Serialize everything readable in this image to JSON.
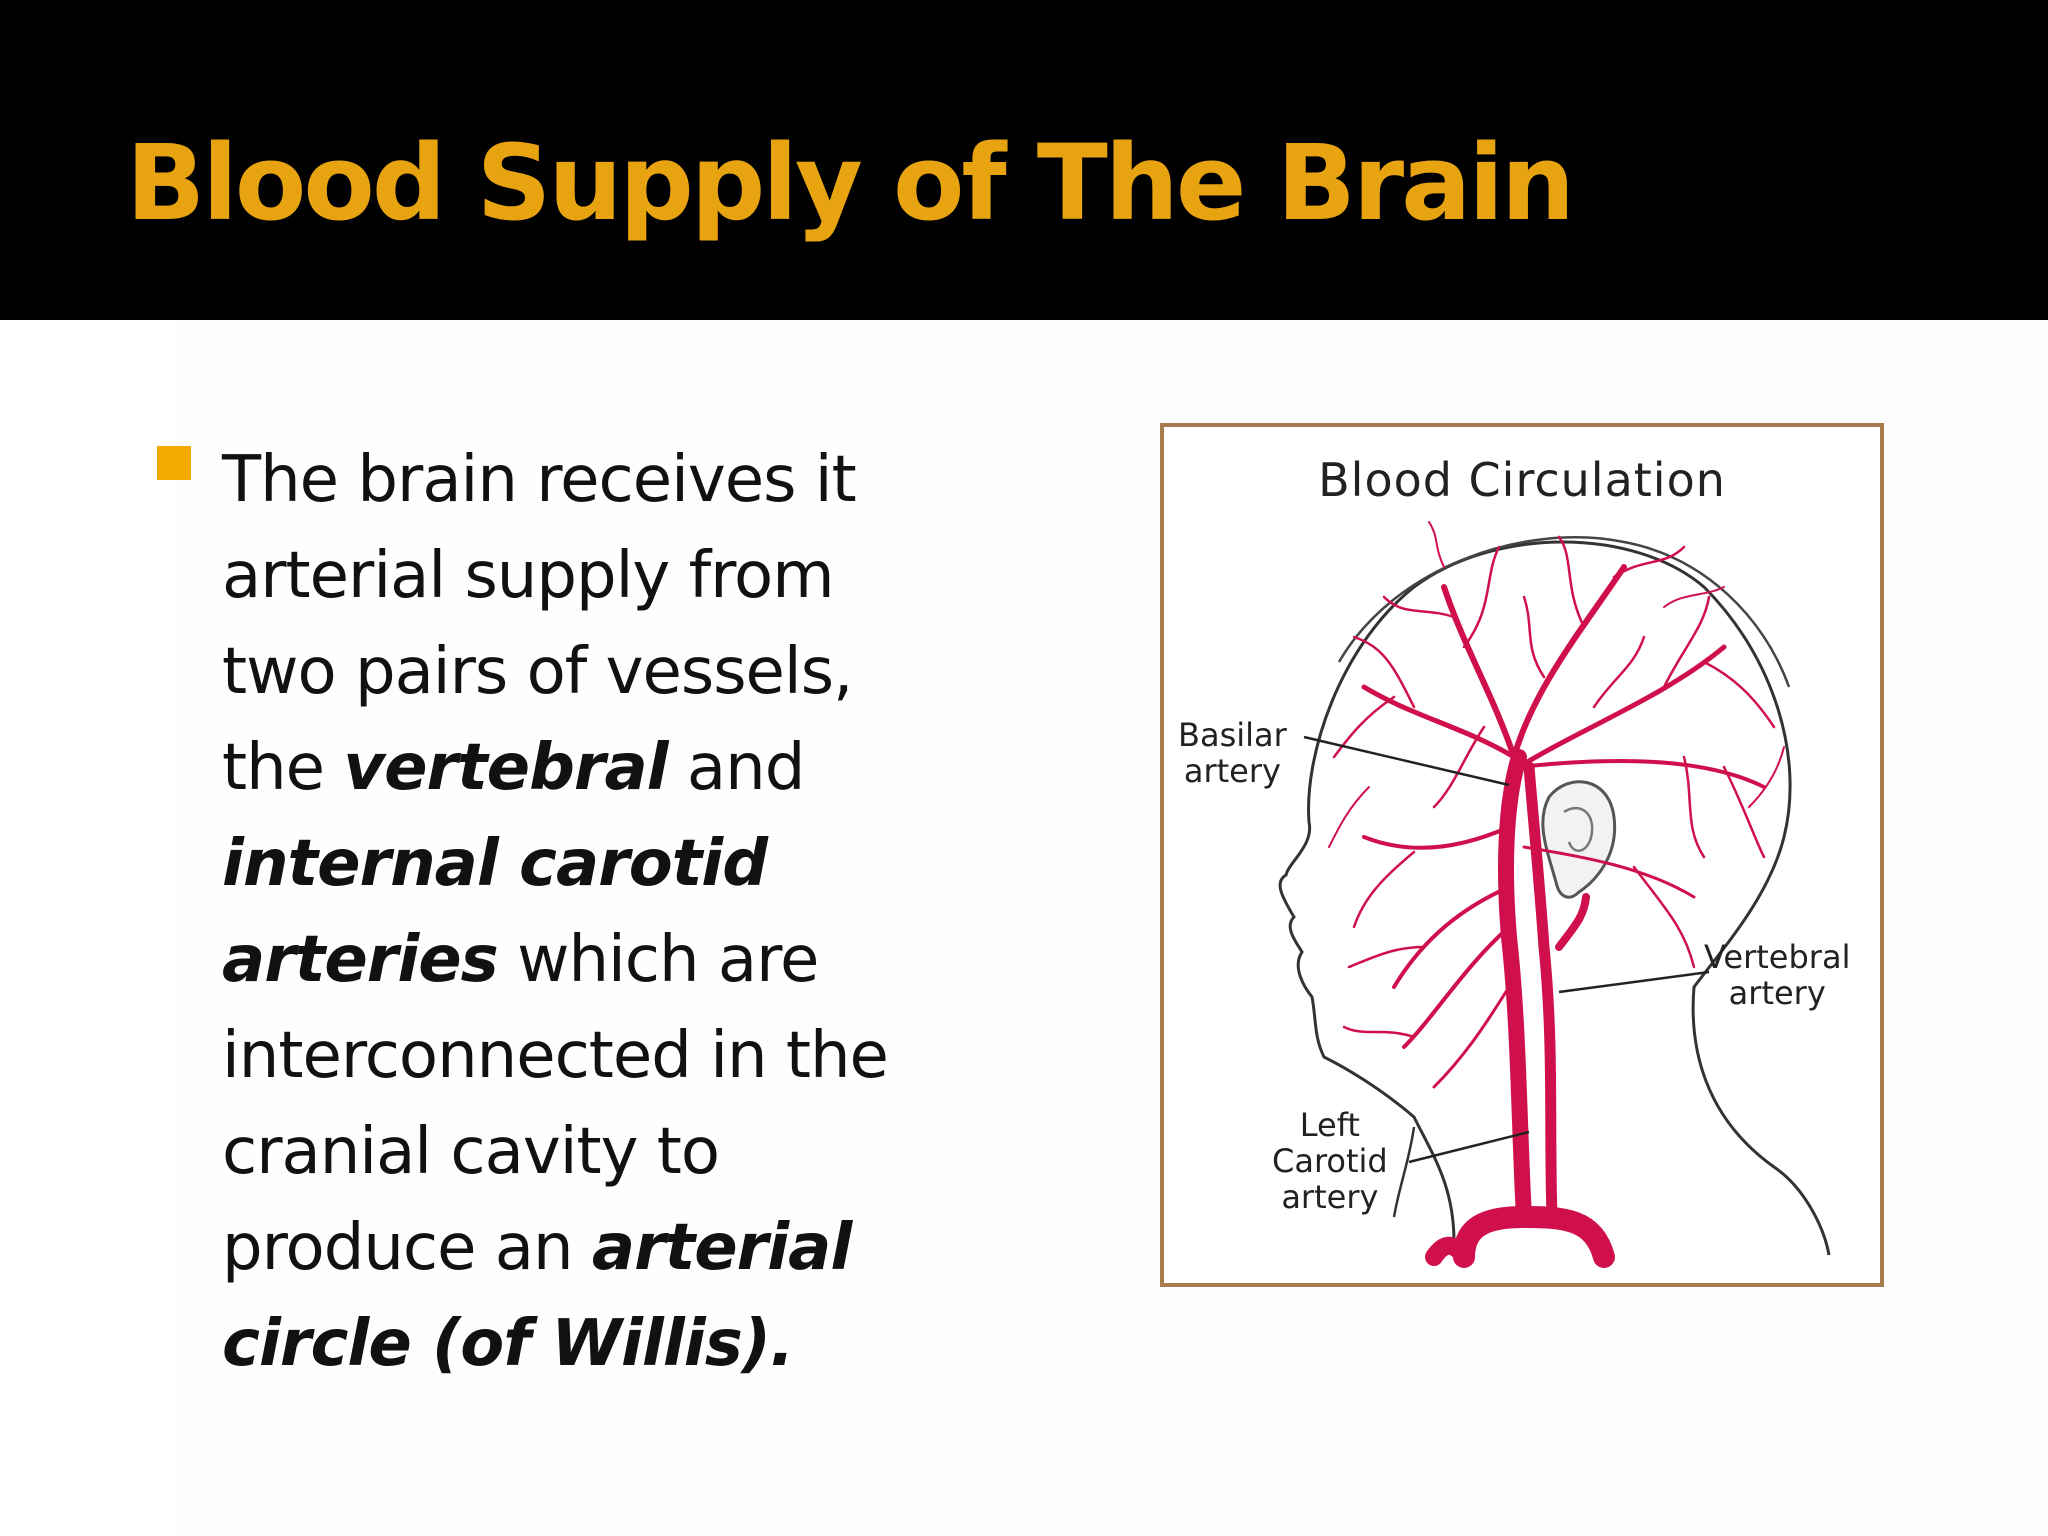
{
  "slide": {
    "title": "Blood Supply of The Brain",
    "accent_color": "#e8a310",
    "bullet_color": "#f2a900",
    "bullet": {
      "lines": [
        [
          {
            "text": "The brain receives it",
            "em": false
          }
        ],
        [
          {
            "text": "arterial supply from",
            "em": false
          }
        ],
        [
          {
            "text": "two pairs of vessels,",
            "em": false
          }
        ],
        [
          {
            "text": "the ",
            "em": false
          },
          {
            "text": "vertebral",
            "em": true
          },
          {
            "text": " and",
            "em": false
          }
        ],
        [
          {
            "text": "internal carotid",
            "em": true
          }
        ],
        [
          {
            "text": "arteries",
            "em": true
          },
          {
            "text": " which are",
            "em": false
          }
        ],
        [
          {
            "text": "interconnected in the",
            "em": false
          }
        ],
        [
          {
            "text": "cranial cavity to",
            "em": false
          }
        ],
        [
          {
            "text": "produce an ",
            "em": false
          },
          {
            "text": "arterial",
            "em": true
          }
        ],
        [
          {
            "text": "circle (of Willis).",
            "em": true
          }
        ]
      ]
    }
  },
  "figure": {
    "title": "Blood Circulation",
    "border_color": "#a57b4f",
    "artery_color": "#d0104c",
    "labels": {
      "basilar_1": "Basilar",
      "basilar_2": "artery",
      "vertebral_1": "Vertebral",
      "vertebral_2": "artery",
      "carotid_1": "Left",
      "carotid_2": "Carotid",
      "carotid_3": "artery"
    }
  }
}
